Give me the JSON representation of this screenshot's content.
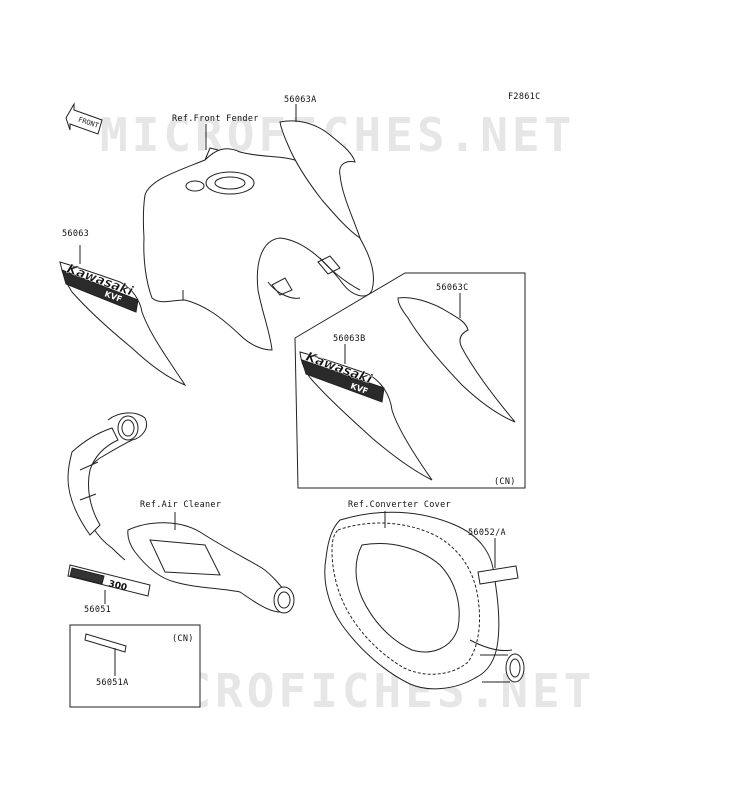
{
  "diagram": {
    "code": "F2861C",
    "front_arrow": "FRONT",
    "watermark": "MICROFICHES.NET",
    "brand_text": "Kawasaki",
    "model_text": "KVF",
    "badge_text": "300",
    "labels": {
      "front_fender": "Ref.Front Fender",
      "part_56063A": "56063A",
      "part_56063": "56063",
      "part_56063C": "56063C",
      "part_56063B": "56063B",
      "cn_upper": "(CN)",
      "air_cleaner": "Ref.Air Cleaner",
      "converter_cover": "Ref.Converter Cover",
      "part_56052A": "56052/A",
      "part_56051": "56051",
      "cn_lower": "(CN)",
      "part_56051A": "56051A"
    }
  }
}
